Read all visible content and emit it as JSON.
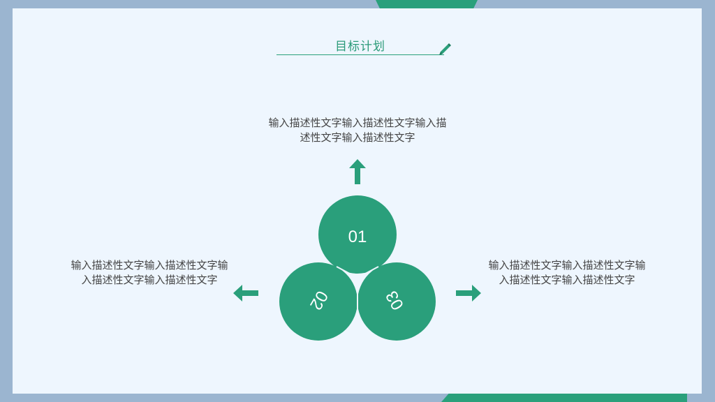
{
  "title": "目标计划",
  "items": [
    {
      "number": "01",
      "text": "输入描述性文字输入描述性文字输入描述性文字输入描述性文字"
    },
    {
      "number": "02",
      "text": "输入描述性文字输入描述性文字输入描述性文字输入描述性文字"
    },
    {
      "number": "03",
      "text": "输入描述性文字输入描述性文字输入描述性文字输入描述性文字"
    }
  ],
  "colors": {
    "accent": "#2a9f7b",
    "frame": "#9bb5d0",
    "panel": "#eef6fe"
  },
  "icons": {
    "title": "pencil-icon",
    "arrows": [
      "arrow-up-icon",
      "arrow-left-icon",
      "arrow-right-icon"
    ]
  }
}
